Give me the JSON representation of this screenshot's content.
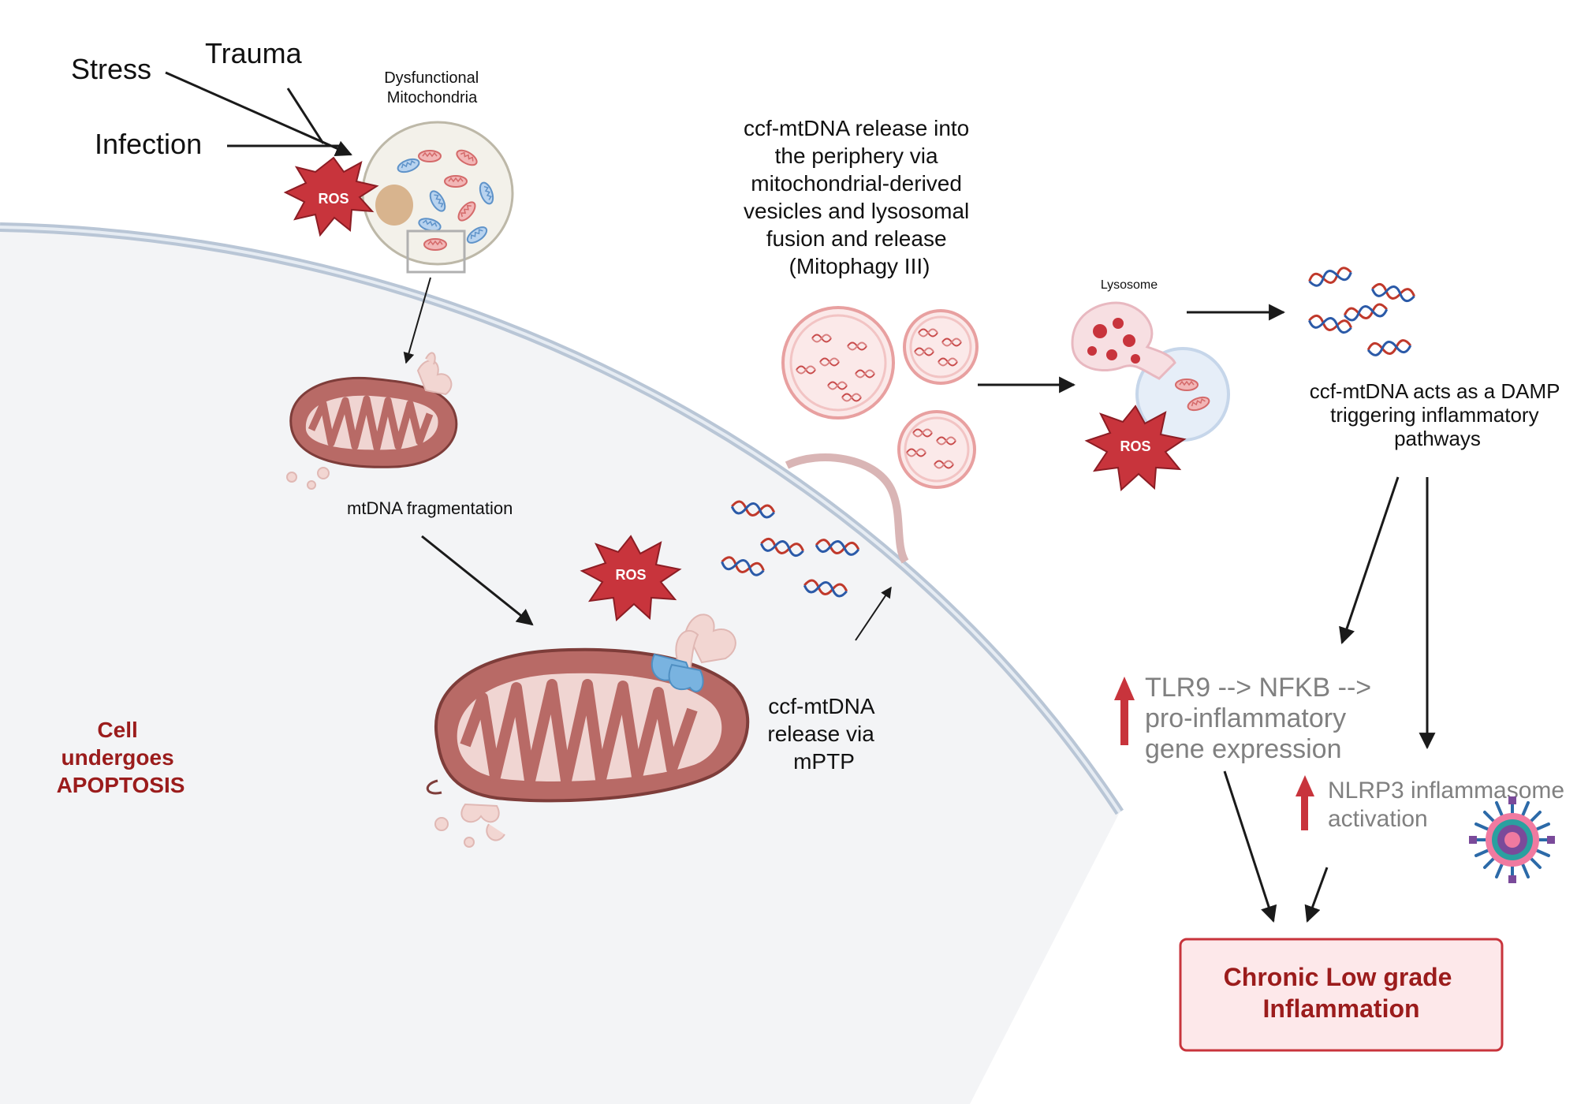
{
  "triggers": {
    "stress": "Stress",
    "trauma": "Trauma",
    "infection": "Infection"
  },
  "dysfunctional_mito_label": [
    "Dysfunctional",
    "Mitochondria"
  ],
  "ros_label": "ROS",
  "mtdna_fragmentation": "mtDNA fragmentation",
  "apoptosis": [
    "Cell",
    "undergoes",
    "APOPTOSIS"
  ],
  "mptp_release": [
    "ccf-mtDNA",
    "release via",
    "mPTP"
  ],
  "periphery_release": [
    "ccf-mtDNA release into",
    "the periphery via",
    "mitochondrial-derived",
    "vesicles and lysosomal",
    "fusion and release",
    "(Mitophagy III)"
  ],
  "lysosome_label": "Lysosome",
  "damp": [
    "ccf-mtDNA acts as a DAMP",
    "triggering inflammatory",
    "pathways"
  ],
  "tlr9": [
    "TLR9 --> NFKB -->",
    "pro-inflammatory",
    "gene expression"
  ],
  "nlrp3": [
    "NLRP3 inflammasome",
    "activation"
  ],
  "outcome": [
    "Chronic Low grade",
    "Inflammation"
  ],
  "colors": {
    "accent_red": "#9b1c1c",
    "ros_fill": "#c8343c",
    "cell_fill": "#f3f4f6",
    "membrane": "#b9c6d6",
    "mito_fill": "#b86a66",
    "outcome_fill": "#fde8ea"
  }
}
